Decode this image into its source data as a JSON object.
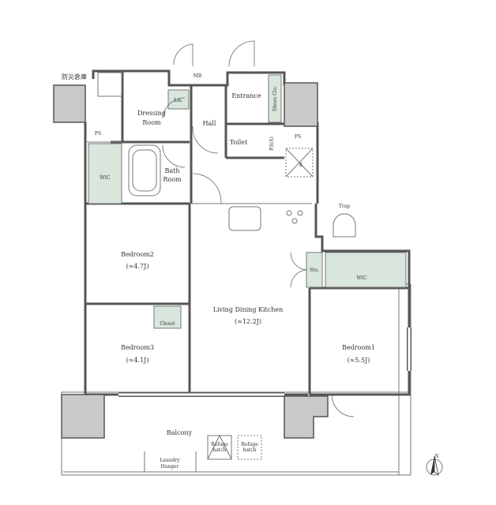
{
  "rooms": {
    "storage": "防災倉庫",
    "mb": "MB",
    "linen": "Lin.",
    "dressing_1": "Dressing",
    "dressing_2": "Room",
    "entrance": "Entrance",
    "shoes": "Shoes Clo.",
    "hall": "Hall",
    "toilet": "Toilet",
    "ps_left": "PS",
    "ps_right": "PS",
    "ps_s": "P.S(S)",
    "k_mark": "K",
    "wic_left": "WIC",
    "bath_1": "Bath",
    "bath_2": "Room",
    "trap": "Trap",
    "bedroom2": "Bedroom2",
    "bedroom2_size": "(≈4.7J)",
    "storage_small": "Sto.",
    "wic_right": "WIC",
    "closet": "Closet",
    "ldk": "Living Dining Kitchen",
    "ldk_size": "(≈12.2J)",
    "bedroom3": "Bedroom3",
    "bedroom3_size": "(≈4.1J)",
    "bedroom1": "Bedroom1",
    "bedroom1_size": "(≈5.5J)",
    "balcony": "Balcony",
    "refuge_1": "Refuge",
    "refuge_2": "hatch",
    "refuge2_1": "Refuge",
    "refuge2_2": "hatch",
    "laundry_1": "Laundry",
    "laundry_2": "Hanger",
    "north": "N"
  },
  "colors": {
    "wall": "#555555",
    "column": "#c9c9c9",
    "storage_fill": "#d8e6dc"
  }
}
